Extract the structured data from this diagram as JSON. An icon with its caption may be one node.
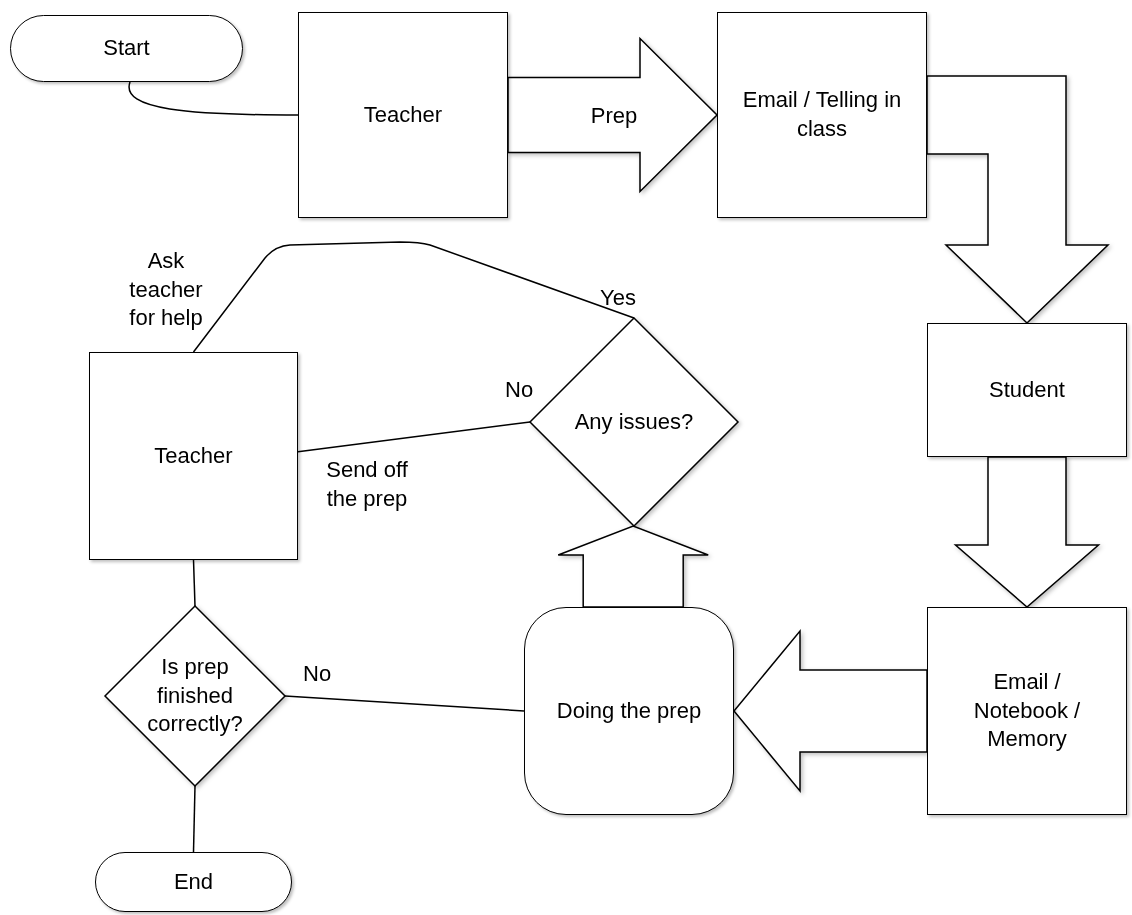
{
  "diagram": {
    "nodes": [
      {
        "text": [
          "Start"
        ]
      },
      {
        "text": [
          "Teacher"
        ]
      },
      {
        "text": [
          "Email / Telling in class"
        ]
      },
      {
        "text": [
          "Student"
        ]
      },
      {
        "text": [
          "Email / Notebook / Memory"
        ]
      },
      {
        "text": [
          "Doing the prep"
        ]
      },
      {
        "text": [
          "Any issues?"
        ]
      },
      {
        "text": [
          "Teacher"
        ]
      },
      {
        "text": [
          "Is prep finished correctly?"
        ]
      },
      {
        "text": [
          "End"
        ]
      }
    ],
    "edges": [
      {
        "from": 0,
        "to": 1,
        "arrow": "none"
      },
      {
        "from": 1,
        "to": 2,
        "arrow": "to",
        "style": "thick",
        "label": "Prep"
      },
      {
        "from": 2,
        "to": 3,
        "arrow": "to",
        "style": "thick"
      },
      {
        "from": 3,
        "to": 4,
        "arrow": "to",
        "style": "thick"
      },
      {
        "from": 4,
        "to": 5,
        "arrow": "to",
        "style": "thick"
      },
      {
        "from": 5,
        "to": 6,
        "arrow": "to",
        "style": "thick"
      },
      {
        "from": 6,
        "to": 7,
        "arrow": "none",
        "label": "Ask teacher for help"
      },
      {
        "from": 6,
        "to": 7,
        "arrow": "none",
        "label": "Send off the prep"
      },
      {
        "from": 7,
        "to": 8,
        "arrow": "none"
      },
      {
        "from": 8,
        "to": 5,
        "arrow": "none"
      },
      {
        "from": 8,
        "to": 9,
        "arrow": "none"
      }
    ],
    "labels": [
      "Yes",
      "No",
      "No"
    ]
  }
}
